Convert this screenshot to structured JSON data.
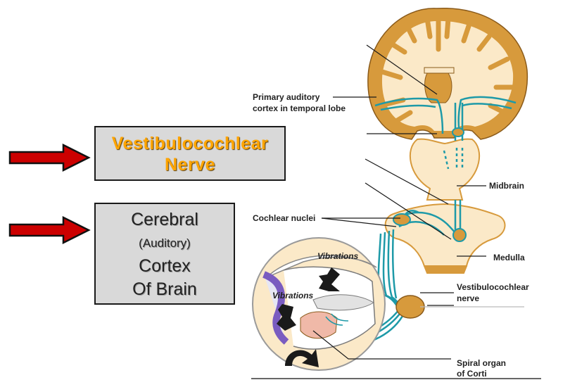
{
  "box1": {
    "line1": "Vestibulocochlear",
    "line2": "Nerve"
  },
  "box2": {
    "line1": "Cerebral",
    "line2": "(Auditory)",
    "line3": "Cortex",
    "line4": "Of Brain"
  },
  "labels": {
    "primary_auditory_1": "Primary auditory",
    "primary_auditory_2": "cortex in temporal lobe",
    "midbrain": "Midbrain",
    "cochlear_nuclei": "Cochlear nuclei",
    "medulla": "Medulla",
    "vestibulocochlear_1": "Vestibulocochlear",
    "vestibulocochlear_2": "nerve",
    "spiral_organ_1": "Spiral organ",
    "spiral_organ_2": "of Corti",
    "vibrations_top": "Vibrations",
    "vibrations_bottom": "Vibrations"
  },
  "colors": {
    "arrow": "#cc0000",
    "nerve": "#1e9aa8",
    "brain_tan": "#d79a3c",
    "brain_cream": "#fbe9c8"
  }
}
